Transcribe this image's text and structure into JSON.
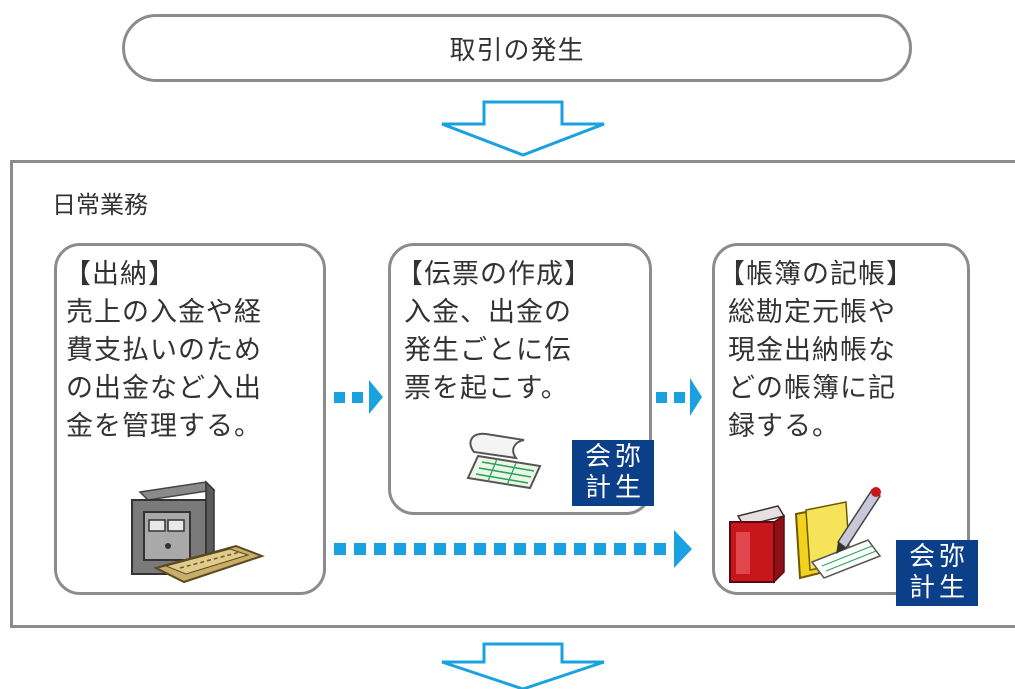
{
  "top": {
    "label": "取引の発生"
  },
  "group": {
    "title": "日常業務"
  },
  "cards": [
    {
      "heading": "【出納】",
      "body": "売上の入金や経\n費支払いのため\nの出金など入出\n金を管理する。"
    },
    {
      "heading": "【伝票の作成】",
      "body": "入金、出金の\n発生ごとに伝\n票を起こす。"
    },
    {
      "heading": "【帳簿の記帳】",
      "body": "総勘定元帳や\n現金出納帳な\nどの帳簿に記\n録する。"
    }
  ],
  "badges": [
    {
      "line1": "会弥",
      "line2": "計生"
    },
    {
      "line1": "会弥",
      "line2": "計生"
    }
  ],
  "colors": {
    "border": "#8c8c8c",
    "arrow": "#1aa1e0",
    "badge": "#0b3f87",
    "book": "#c8161d",
    "folder": "#f2d21e"
  },
  "icons": [
    "safe-with-money-icon",
    "voucher-slip-icon",
    "ledger-book-icon",
    "folder-icon",
    "pencil-icon"
  ]
}
